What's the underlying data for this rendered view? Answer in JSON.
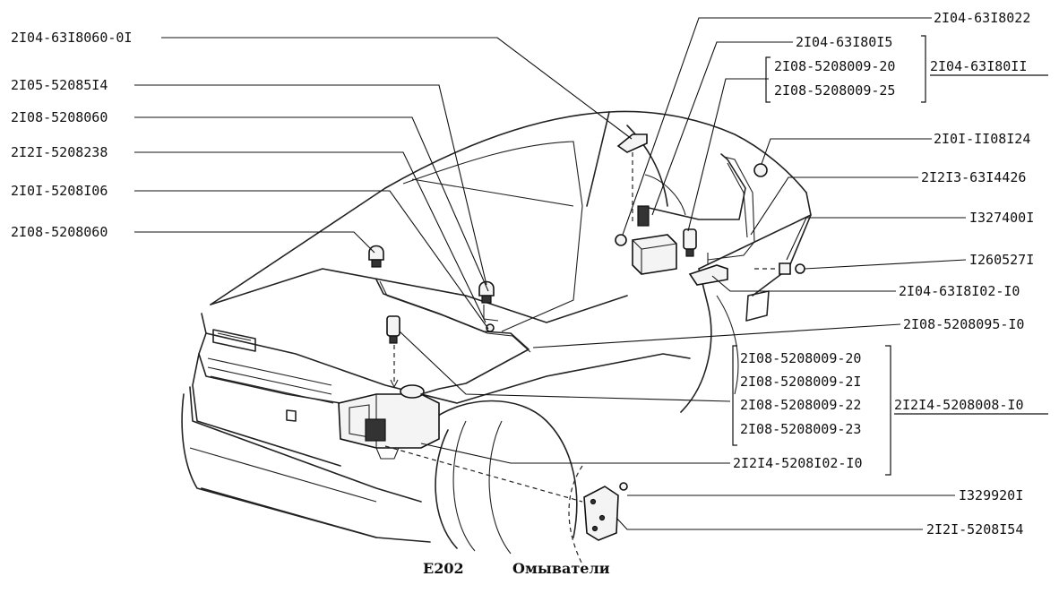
{
  "labels_left": [
    "2I04-63I8060-0I",
    "2I05-52085I4",
    "2I08-5208060",
    "2I2I-5208238",
    "2I0I-5208I06",
    "2I08-5208060"
  ],
  "labels_right": [
    "2I04-63I8022",
    "2I04-63I80I5",
    "2I0I-II08I24",
    "2I2I3-63I4426",
    "I327400I",
    "I260527I",
    "2I04-63I8I02-I0",
    "2I08-5208095-I0",
    "2I2I4-5208I02-I0",
    "I329920I",
    "2I2I-5208I54"
  ],
  "group_top": {
    "items": [
      "2I08-5208009-20",
      "2I08-5208009-25"
    ],
    "assembly": "2I04-63I80II"
  },
  "group_mid": {
    "items": [
      "2I08-5208009-20",
      "2I08-5208009-2I",
      "2I08-5208009-22",
      "2I08-5208009-23"
    ],
    "assembly": "2I2I4-5208008-I0"
  },
  "caption": {
    "code": "E202",
    "title": "Омыватели"
  }
}
